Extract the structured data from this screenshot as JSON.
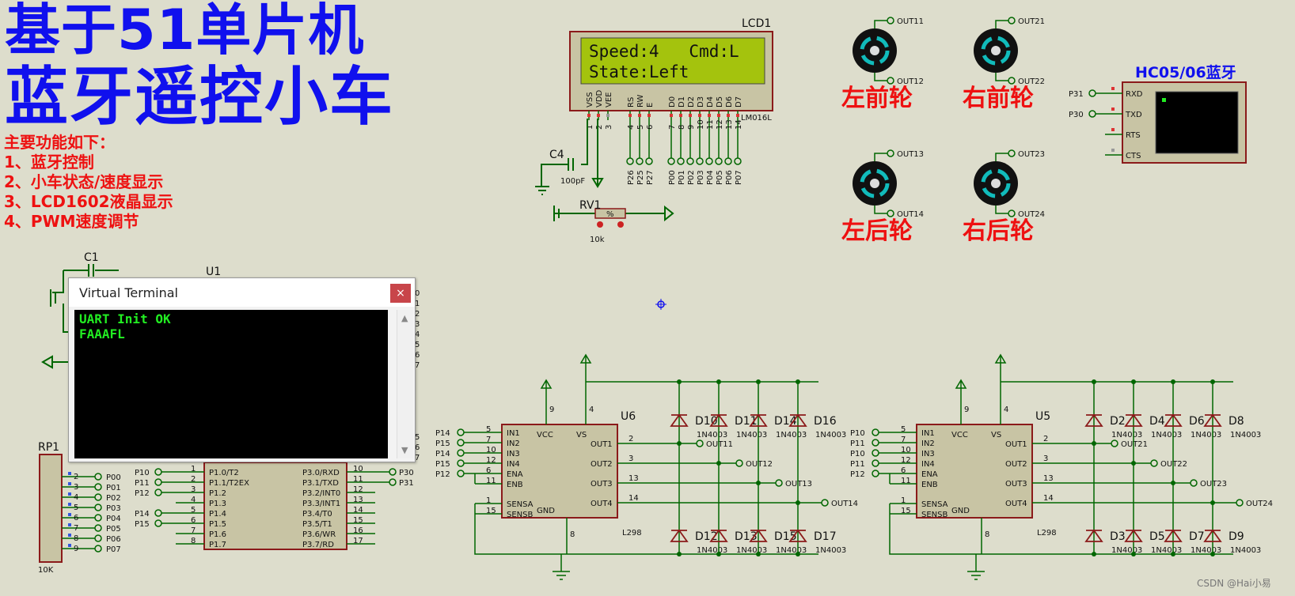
{
  "title": {
    "line1": "基于51单片机",
    "line2": "蓝牙遥控小车"
  },
  "features": {
    "heading": "主要功能如下：",
    "items": [
      "1、蓝牙控制",
      "2、小车状态/速度显示",
      "3、LCD1602液晶显示",
      "4、PWM速度调节"
    ]
  },
  "lcd": {
    "ref": "LCD1",
    "model": "LM016L",
    "line1": "Speed:4   Cmd:L",
    "line2": "State:Left",
    "pins": [
      "VSS",
      "VDD",
      "VEE",
      "RS",
      "RW",
      "E",
      "D0",
      "D1",
      "D2",
      "D3",
      "D4",
      "D5",
      "D6",
      "D7"
    ],
    "pin_nums": [
      "1",
      "2",
      "3",
      "4",
      "5",
      "6",
      "7",
      "8",
      "9",
      "10",
      "11",
      "12",
      "13",
      "14"
    ],
    "nets": [
      "P26",
      "P25",
      "P27",
      "P00",
      "P01",
      "P02",
      "P03",
      "P04",
      "P05",
      "P06",
      "P07"
    ],
    "bg_color": "#a4c30d"
  },
  "c4": {
    "ref": "C4",
    "value": "100pF"
  },
  "rv1": {
    "ref": "RV1",
    "value": "10k",
    "pot_label": "%"
  },
  "c1": {
    "ref": "C1"
  },
  "u1_partial": "U1",
  "motors": [
    {
      "label": "左前轮",
      "top": "OUT11",
      "bottom": "OUT12"
    },
    {
      "label": "右前轮",
      "top": "OUT21",
      "bottom": "OUT22"
    },
    {
      "label": "左后轮",
      "top": "OUT13",
      "bottom": "OUT14"
    },
    {
      "label": "右后轮",
      "top": "OUT23",
      "bottom": "OUT24"
    }
  ],
  "bt": {
    "title": "HC05/06蓝牙",
    "pins": [
      "RXD",
      "TXD",
      "RTS",
      "CTS"
    ],
    "nets": [
      "P31",
      "P30"
    ]
  },
  "terminal": {
    "title": "Virtual Terminal",
    "close": "×",
    "lines": [
      "UART Init OK",
      "FAAAFL"
    ],
    "side_digits": [
      "0",
      "1",
      "2",
      "3",
      "4",
      "5",
      "6",
      "7"
    ],
    "side_digits2": [
      "5",
      "6",
      "7"
    ]
  },
  "rp1": {
    "ref": "RP1",
    "value": "10K",
    "pin_nums": [
      "2",
      "3",
      "4",
      "5",
      "6",
      "7",
      "8",
      "9"
    ],
    "nets": [
      "P00",
      "P01",
      "P02",
      "P03",
      "P04",
      "P05",
      "P06",
      "P07"
    ]
  },
  "mcu": {
    "left_pins": [
      "P1.0/T2",
      "P1.1/T2EX",
      "P1.2",
      "P1.3",
      "P1.4",
      "P1.5",
      "P1.6",
      "P1.7"
    ],
    "left_nums": [
      "1",
      "2",
      "3",
      "4",
      "5",
      "6",
      "7",
      "8"
    ],
    "left_nets": [
      "P10",
      "P11",
      "P12",
      "",
      "P14",
      "P15",
      "",
      ""
    ],
    "right_pins": [
      "P3.0/RXD",
      "P3.1/TXD",
      "P3.2/INT0",
      "P3.3/INT1",
      "P3.4/T0",
      "P3.5/T1",
      "P3.6/WR",
      "P3.7/RD"
    ],
    "right_nums": [
      "10",
      "11",
      "12",
      "13",
      "14",
      "15",
      "16",
      "17"
    ],
    "right_nets": [
      "P30",
      "P31",
      "",
      "",
      "",
      "",
      "",
      ""
    ]
  },
  "drivers": [
    {
      "ref": "U6",
      "model": "L298",
      "inputs": [
        "P14",
        "P15",
        "P14",
        "P15",
        "P12"
      ],
      "in_pins": [
        "IN1",
        "IN2",
        "IN3",
        "IN4",
        "ENA",
        "ENB",
        "SENSA",
        "SENSB"
      ],
      "in_nums": [
        "5",
        "7",
        "10",
        "12",
        "6",
        "11",
        "1",
        "15"
      ],
      "top_pins": [
        "VCC",
        "VS"
      ],
      "top_nums": [
        "9",
        "4"
      ],
      "out_pins": [
        "OUT1",
        "OUT2",
        "OUT3",
        "OUT4"
      ],
      "out_nums": [
        "2",
        "3",
        "13",
        "14"
      ],
      "gnd": "GND",
      "gnd_num": "8",
      "out_nets": [
        "OUT11",
        "OUT12",
        "OUT13",
        "OUT14"
      ],
      "diodes_top": [
        "D10",
        "D11",
        "D14",
        "D16"
      ],
      "diodes_bottom": [
        "D12",
        "D13",
        "D15",
        "D17"
      ],
      "diode_model": "1N4003"
    },
    {
      "ref": "U5",
      "model": "L298",
      "inputs": [
        "P10",
        "P11",
        "P10",
        "P11",
        "P12"
      ],
      "in_pins": [
        "IN1",
        "IN2",
        "IN3",
        "IN4",
        "ENA",
        "ENB",
        "SENSA",
        "SENSB"
      ],
      "in_nums": [
        "5",
        "7",
        "10",
        "12",
        "6",
        "11",
        "1",
        "15"
      ],
      "top_pins": [
        "VCC",
        "VS"
      ],
      "top_nums": [
        "9",
        "4"
      ],
      "out_pins": [
        "OUT1",
        "OUT2",
        "OUT3",
        "OUT4"
      ],
      "out_nums": [
        "2",
        "3",
        "13",
        "14"
      ],
      "gnd": "GND",
      "gnd_num": "8",
      "out_nets": [
        "OUT21",
        "OUT22",
        "OUT23",
        "OUT24"
      ],
      "diodes_top": [
        "D2",
        "D4",
        "D6",
        "D8"
      ],
      "diodes_bottom": [
        "D3",
        "D5",
        "D7",
        "D9"
      ],
      "diode_model": "1N4003"
    }
  ],
  "watermark": "CSDN @Hai小易",
  "colors": {
    "wire": "#006600",
    "body": "#c8c4a4",
    "outline": "#8b1a1a",
    "accent_blue": "#1010ee",
    "label_red": "#ee1111"
  }
}
